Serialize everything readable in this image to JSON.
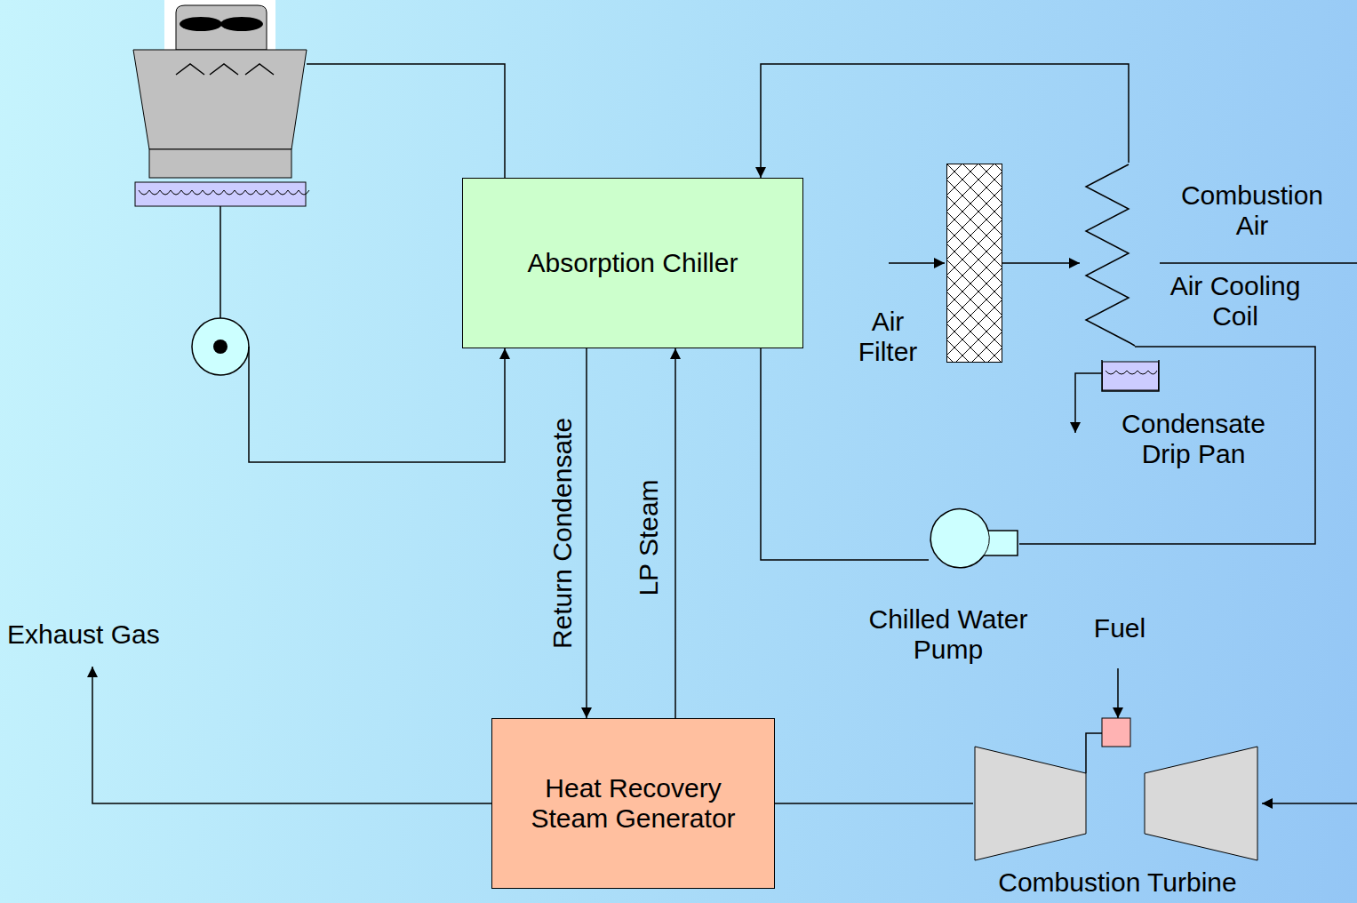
{
  "diagram": {
    "nodes": [
      {
        "text": [
          "Absorption Chiller"
        ]
      },
      {
        "text": [
          "Heat Recovery Steam Generator"
        ]
      },
      {
        "text": [
          "Combustion Turbine"
        ]
      },
      {
        "text": [
          "Air Filter"
        ]
      },
      {
        "text": [
          "Air Cooling Coil"
        ]
      },
      {
        "text": [
          "Condensate Drip Pan"
        ]
      },
      {
        "text": [
          "Chilled Water Pump"
        ]
      }
    ],
    "edges": [
      {
        "from": 0,
        "to": 1,
        "label": "Return Condensate",
        "arrow": "to"
      },
      {
        "from": 1,
        "to": 0,
        "label": "LP Steam",
        "arrow": "to"
      },
      {
        "from": 2,
        "to": 1,
        "arrow": "none"
      },
      {
        "from": 0,
        "to": 6,
        "arrow": "none"
      },
      {
        "from": 6,
        "to": 4,
        "arrow": "none"
      },
      {
        "from": 4,
        "to": 0,
        "arrow": "to"
      },
      {
        "from": 3,
        "to": 4,
        "arrow": "to"
      }
    ],
    "labels": [
      "Exhaust Gas",
      "Combustion Air",
      "Fuel"
    ]
  }
}
